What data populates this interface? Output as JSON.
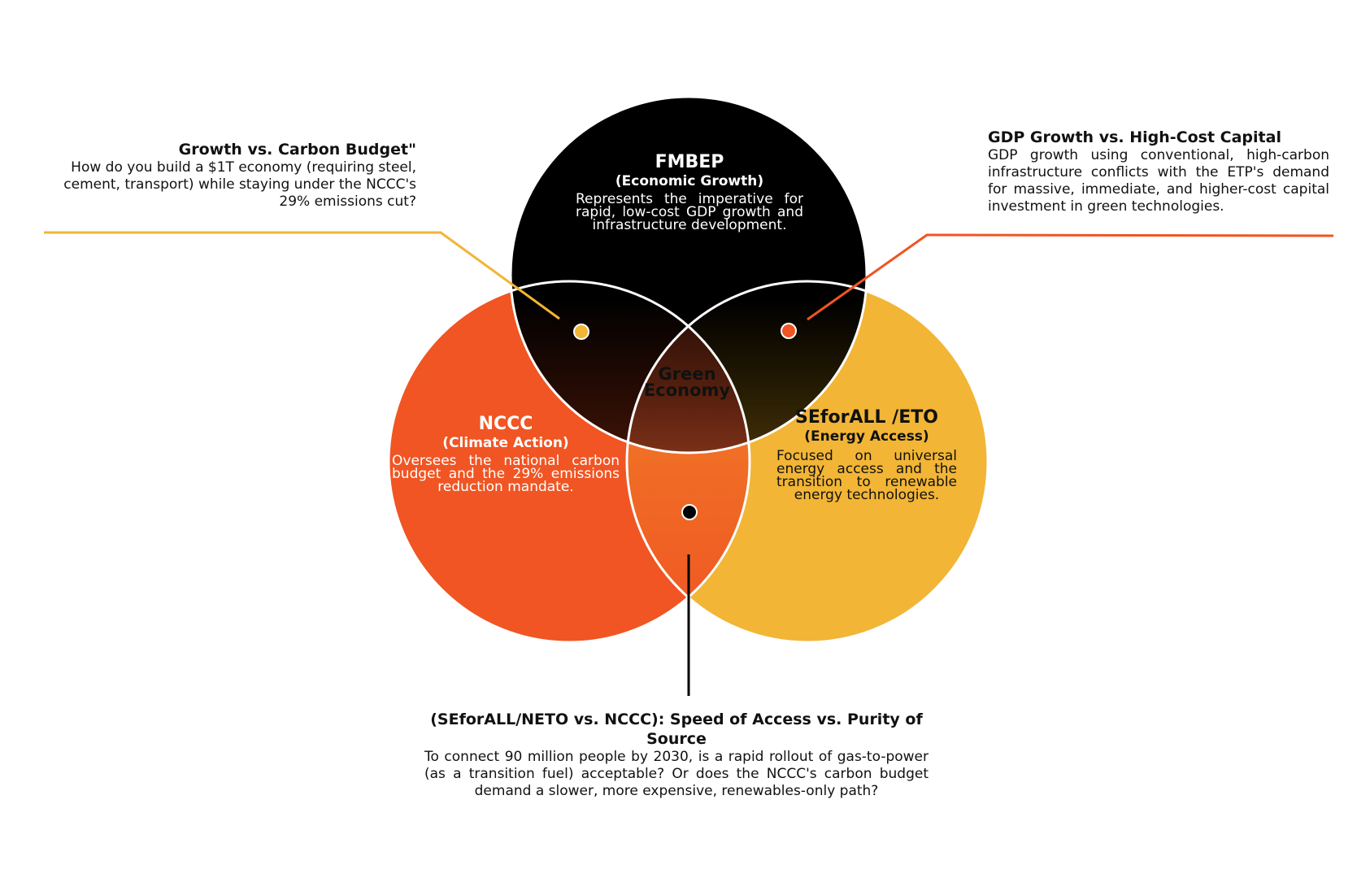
{
  "circles": {
    "top": {
      "title": "FMBEP",
      "subtitle": "(Economic Growth)",
      "description": "Represents the imperative for rapid, low-cost GDP growth and infrastructure development.",
      "color": "#000000"
    },
    "left": {
      "title": "NCCC",
      "subtitle": "(Climate Action)",
      "description": "Oversees the national carbon budget and the 29% emissions reduction mandate.",
      "color": "#F05523"
    },
    "right": {
      "title": "SEforALL /ETO",
      "subtitle": "(Energy Access)",
      "description": "Focused on universal energy access and the transition to renewable energy technologies.",
      "color": "#F2B535"
    }
  },
  "center": {
    "line1": "Green",
    "line2": "Economy"
  },
  "callouts": {
    "left": {
      "heading": "Growth vs. Carbon Budget\"",
      "line1": "How do you build a $1T economy (requiring steel,",
      "line2": "cement, transport) while staying under the NCCC's",
      "line3": "29% emissions cut?",
      "color": "#F2B535"
    },
    "right": {
      "heading": "GDP Growth vs. High-Cost Capital",
      "body": "GDP growth using conventional, high-carbon infrastructure conflicts with the ETP's demand for massive, immediate, and higher-cost capital investment in green technologies.",
      "color": "#F05523"
    },
    "bottom": {
      "heading": "(SEforALL/NETO vs. NCCC): Speed of Access vs. Purity of Source",
      "body": "To connect 90 million people by 2030, is a rapid rollout of gas-to-power (as a transition fuel) acceptable? Or does the NCCC's carbon budget demand a slower, more expensive, renewables-only path?",
      "color": "#000000"
    }
  }
}
